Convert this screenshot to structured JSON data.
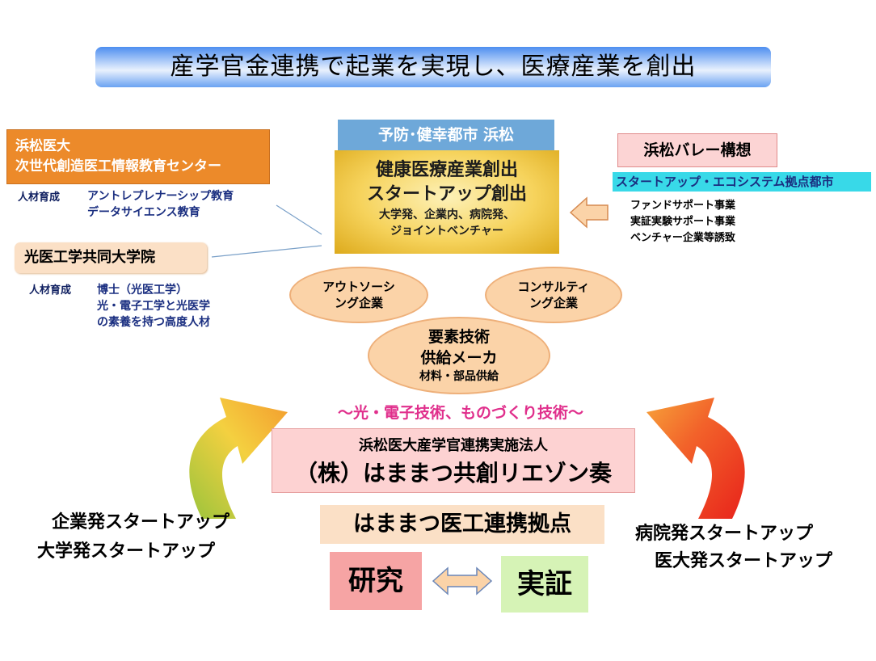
{
  "title": "産学官金連携で起業を実現し、医療産業を創出",
  "left_panel": {
    "org_line1": "浜松医大",
    "org_line2": "次世代創造医工情報教育センター",
    "training1_label": "人材育成",
    "training1_item1": "アントレプレナーシップ教育",
    "training1_item2": "データサイエンス教育",
    "grad_school": "光医工学共同大学院",
    "training2_label": "人材育成",
    "training2_item1": "博士（光医工学）",
    "training2_item2": "光・電子工学と光医学",
    "training2_item3": "の素養を持つ高度人材"
  },
  "center_panel": {
    "city_tag": "予防･健幸都市 浜松",
    "box_line1": "健康医療産業創出",
    "box_line2": "スタートアップ創出",
    "box_line3": "大学発、企業内、病院発、",
    "box_line4": "ジョイントベンチャー"
  },
  "right_panel": {
    "concept": "浜松バレー構想",
    "subtitle": "スタートアップ・エコシステム拠点都市",
    "item1": "ファンドサポート事業",
    "item2": "実証実験サポート事業",
    "item3": "ベンチャー企業等誘致"
  },
  "ellipses": {
    "outsourcing_l1": "アウトソーシ",
    "outsourcing_l2": "ング企業",
    "consulting_l1": "コンサルティ",
    "consulting_l2": "ング企業",
    "supplier_l1": "要素技術",
    "supplier_l2": "供給メーカ",
    "supplier_l3": "材料・部品供給"
  },
  "tech_tagline": "～光・電子技術、ものづくり技術～",
  "company": {
    "line1": "浜松医大産学官連携実施法人",
    "line2": "（株）はままつ共創リエゾン奏"
  },
  "hub": "はままつ医工連携拠点",
  "left_startups": {
    "line1": "企業発スタートアップ",
    "line2": "大学発スタートアップ"
  },
  "right_startups": {
    "line1": "病院発スタートアップ",
    "line2": "医大発スタートアップ"
  },
  "research": "研究",
  "proof": "実証",
  "colors": {
    "orange": "#ec8a2a",
    "gold": "#f6d35c",
    "blue_tag": "#6ea8d9",
    "cyan": "#38d9e8",
    "pink_text": "#e02f8c"
  }
}
